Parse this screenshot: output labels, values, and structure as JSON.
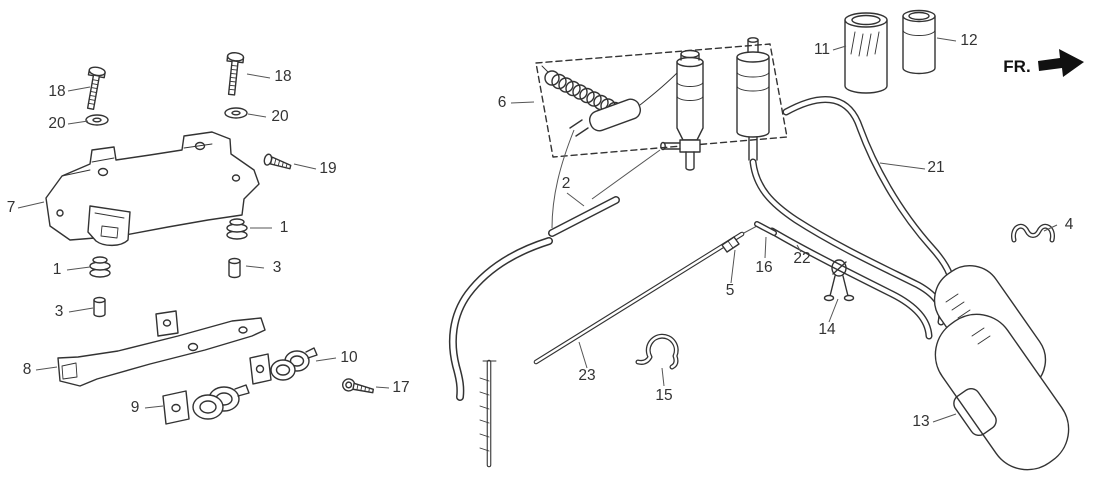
{
  "direction_label": "FR.",
  "colors": {
    "line": "#333333",
    "leader": "#555555",
    "arrow": "#111111",
    "background": "#ffffff"
  },
  "callouts": [
    {
      "part": "mount-bolt-left",
      "label": "18"
    },
    {
      "part": "washer-left",
      "label": "20"
    },
    {
      "part": "mount-bolt-right",
      "label": "18"
    },
    {
      "part": "washer-right",
      "label": "20"
    },
    {
      "part": "tapping-screw",
      "label": "19"
    },
    {
      "part": "upper-bracket",
      "label": "7"
    },
    {
      "part": "rubber-mount-right",
      "label": "1"
    },
    {
      "part": "rubber-mount-left",
      "label": "1"
    },
    {
      "part": "collar-right",
      "label": "3"
    },
    {
      "part": "collar-left",
      "label": "3"
    },
    {
      "part": "lower-bracket",
      "label": "8"
    },
    {
      "part": "clamp-upper",
      "label": "10"
    },
    {
      "part": "clamp-lower",
      "label": "9"
    },
    {
      "part": "clamp-screw",
      "label": "17"
    },
    {
      "part": "solenoid-valve-assembly",
      "label": "6"
    },
    {
      "part": "canister-large",
      "label": "11"
    },
    {
      "part": "canister-small",
      "label": "12"
    },
    {
      "part": "joint-tube",
      "label": "2"
    },
    {
      "part": "hose-long",
      "label": "21"
    },
    {
      "part": "tube-clip",
      "label": "4"
    },
    {
      "part": "joint-stub",
      "label": "16"
    },
    {
      "part": "hose-mid",
      "label": "22"
    },
    {
      "part": "check-valve",
      "label": "5"
    },
    {
      "part": "wire-clamp",
      "label": "14"
    },
    {
      "part": "hose-clip",
      "label": "15"
    },
    {
      "part": "vacuum-tube",
      "label": "23"
    },
    {
      "part": "vacuum-tank",
      "label": "13"
    }
  ]
}
